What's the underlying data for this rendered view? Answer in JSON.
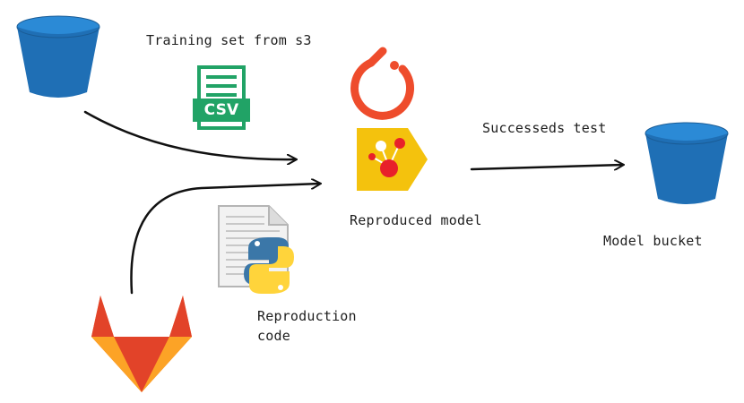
{
  "labels": {
    "training_set": "Training set from s3",
    "csv_badge": "CSV",
    "successeds_test": "Successeds test",
    "reproduced_model": "Reproduced model",
    "model_bucket": "Model bucket",
    "reproduction_code": "Reproduction\ncode"
  },
  "colors": {
    "bucket_blue": "#1f6fb5",
    "bucket_rim": "#2b8ad6",
    "csv_green": "#21a366",
    "pytorch_orange": "#ee4c2c",
    "mlflow_yellow": "#f4c20d",
    "mlflow_red": "#e8202a",
    "gitlab_orange": "#fc6d26",
    "gitlab_red": "#e24329",
    "gitlab_light": "#fca326",
    "python_blue": "#3b77a8",
    "python_yellow": "#ffd43b",
    "arrow": "#111111"
  },
  "icons": [
    "s3-bucket-icon",
    "csv-file-icon",
    "pytorch-icon",
    "kubeflow-pipeline-icon",
    "model-bucket-icon",
    "python-file-icon",
    "gitlab-icon"
  ]
}
